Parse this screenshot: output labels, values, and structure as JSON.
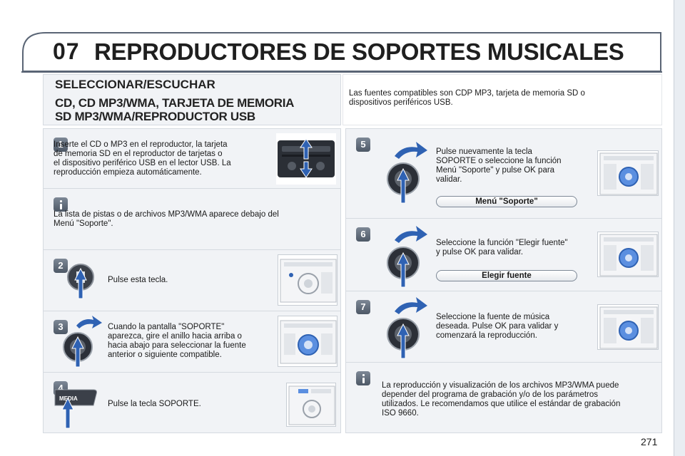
{
  "header": {
    "chapter_number": "07",
    "title": "REPRODUCTORES DE SOPORTES MUSICALES"
  },
  "intro": {
    "heading": "SELECCIONAR/ESCUCHAR",
    "subheading_line1": "CD, CD MP3/WMA, TARJETA DE MEMORIA",
    "subheading_line2": "SD MP3/WMA/REPRODUCTOR USB",
    "compat_line1": "Las fuentes compatibles son CDP MP3, tarjeta de memoria SD o",
    "compat_line2": "dispositivos periféricos USB."
  },
  "left_steps": [
    {
      "badge": "1",
      "lines": [
        "Inserte el CD o MP3 en el reproductor, la tarjeta",
        "de memoria SD en el reproductor de tarjetas o",
        "el dispositivo periférico USB en el lector USB. La",
        "reproducción empieza automáticamente."
      ]
    },
    {
      "badge": "",
      "lines": [
        "La lista de pistas o de archivos MP3/WMA aparece debajo del",
        "Menú \"Soporte\"."
      ]
    },
    {
      "badge": "2",
      "lines": [
        "Pulse esta tecla."
      ]
    },
    {
      "badge": "3",
      "lines": [
        "Cuando la pantalla \"SOPORTE\"",
        "aparezca, gire el anillo hacia arriba o",
        "hacia abajo para seleccionar la fuente",
        "anterior o siguiente compatible."
      ]
    },
    {
      "badge": "4",
      "lines": [
        "Pulse la tecla SOPORTE."
      ],
      "key_label": "MEDIA"
    }
  ],
  "right_steps": [
    {
      "badge": "5",
      "lines": [
        "Pulse nuevamente la tecla",
        "SOPORTE o seleccione la función",
        "Menú \"Soporte\" y pulse OK para",
        "validar."
      ],
      "pill": "Menú \"Soporte\""
    },
    {
      "badge": "6",
      "lines": [
        "Seleccione la función \"Elegir fuente\"",
        "y pulse OK para validar."
      ],
      "pill": "Elegir fuente"
    },
    {
      "badge": "7",
      "lines": [
        "Seleccione la fuente de música",
        "deseada. Pulse OK para validar y",
        "comenzará la reproducción."
      ]
    },
    {
      "badge": "",
      "lines": [
        "La reproducción y visualización de los archivos MP3/WMA puede",
        "depender del programa de grabación y/o de los parámetros",
        "utilizados. Le recomendamos que utilice el estándar de grabación",
        "ISO 9660."
      ]
    }
  ],
  "page_number": "271",
  "colors": {
    "panel_bg": "#f1f3f6",
    "badge": "#5d6876",
    "arrow_blue": "#2f62b3",
    "knob_highlight": "#5b8fe0"
  },
  "icons": [
    "arrow-up-icon",
    "curved-arrow-icon",
    "rotary-knob-icon",
    "info-icon",
    "cd-slot-icon"
  ]
}
